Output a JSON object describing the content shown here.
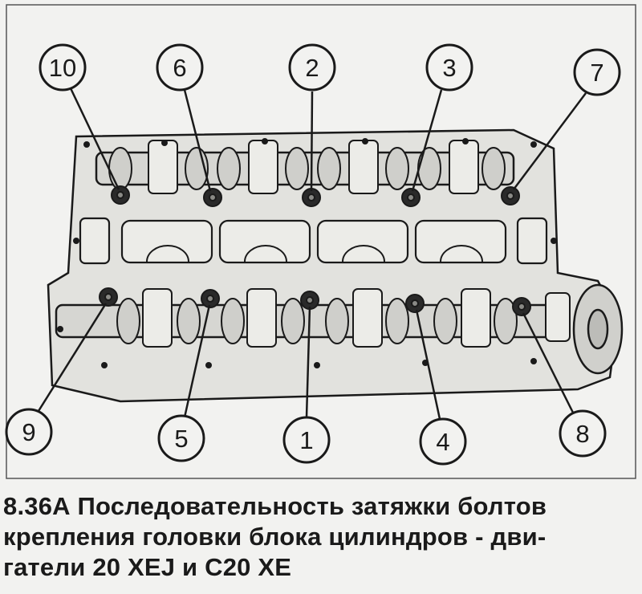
{
  "callouts": {
    "c10": "10",
    "c6": "6",
    "c2": "2",
    "c3": "3",
    "c7": "7",
    "c9": "9",
    "c5": "5",
    "c1": "1",
    "c4": "4",
    "c8": "8"
  },
  "caption": {
    "line1": "8.36А Последовательность затяжки болтов",
    "line2": "крепления головки блока цилиндров - дви-",
    "line3": "гатели 20 XEJ и C20 XE"
  },
  "colors": {
    "ink": "#1a1a1a",
    "paper": "#f2f2f0",
    "metal": "#d6d6d2"
  },
  "icons": {
    "bolt": "hex-bolt-icon",
    "callout": "numbered-circle"
  }
}
